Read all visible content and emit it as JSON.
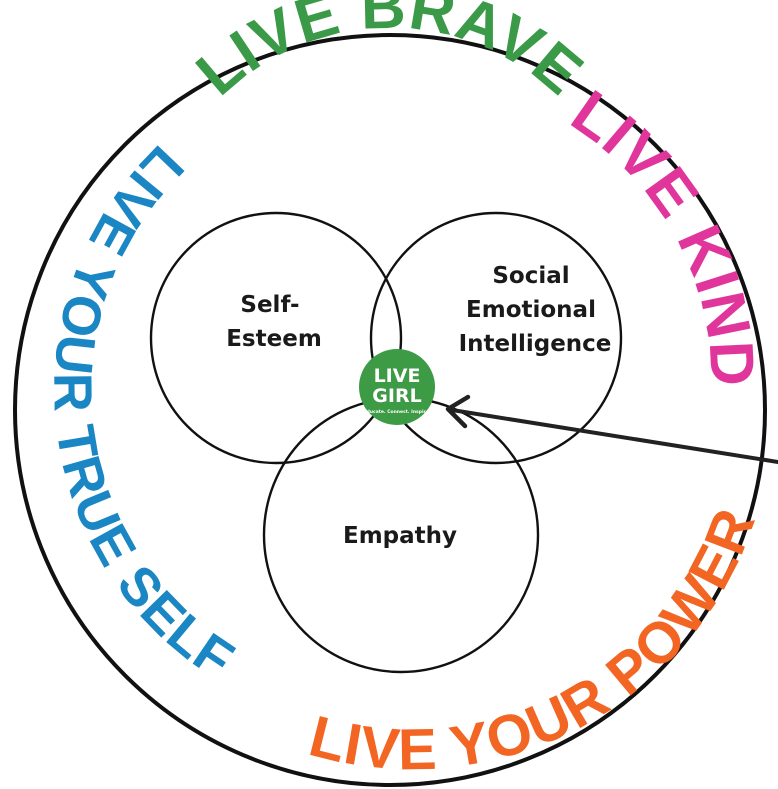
{
  "slogans": {
    "top": "LIVE BRAVE",
    "right": "LIVE KIND",
    "bottom": "LIVE YOUR POWER",
    "left": "LIVE YOUR TRUE SELF"
  },
  "circles": {
    "self_esteem": [
      "Self-",
      "Esteem"
    ],
    "social_emotional": [
      "Social",
      "Emotional",
      "Intelligence"
    ],
    "empathy": "Empathy"
  },
  "logo": {
    "line1": "LIVE",
    "line2": "GIRL",
    "tagline": "Educate. Connect. Inspire."
  },
  "colors": {
    "brave": "#3a9a47",
    "kind": "#e0369c",
    "power": "#f26522",
    "true_self": "#1a86c4",
    "logo_bg": "#3d9a45",
    "outline": "#111111"
  }
}
